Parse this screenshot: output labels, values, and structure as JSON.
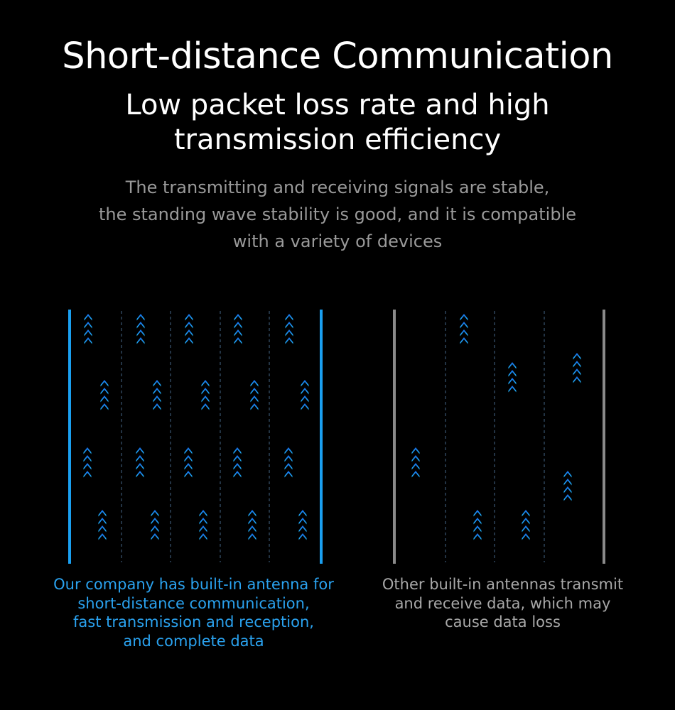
{
  "heading": {
    "title": "Short-distance Communication",
    "subtitle_lines": [
      "Low packet loss rate and high",
      "transmission efficiency"
    ]
  },
  "description_lines": [
    "The transmitting and receiving signals are stable,",
    "the standing wave stability is good, and it is compatible",
    "with a variety of devices"
  ],
  "comparison": {
    "ours": {
      "caption_lines": [
        "Our company has built-in antenna for",
        "short-distance communication,",
        "fast transmission and reception,",
        "and complete data"
      ],
      "border_color": "#1a9ff0",
      "caption_color": "#2aa2ef",
      "icon": "up-chevron-arrow-icon"
    },
    "others": {
      "caption_lines": [
        "Other built-in antennas transmit",
        "and receive data, which may",
        "cause data loss"
      ],
      "border_color": "#8a8a8a",
      "caption_color": "#a8a8a8",
      "icon": "up-chevron-arrow-icon"
    }
  },
  "colors": {
    "background": "#000000",
    "arrow_top": "#1466e6",
    "arrow_bottom": "#22b8f5",
    "divider": "#3a5570"
  }
}
